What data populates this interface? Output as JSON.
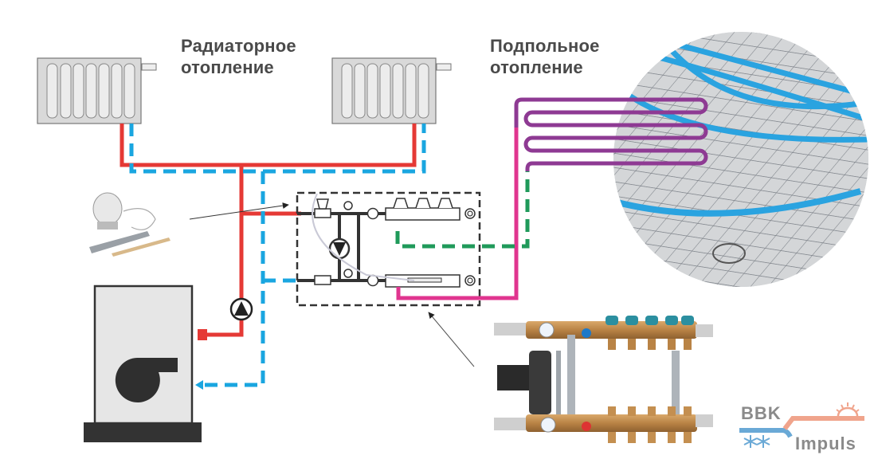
{
  "labels": {
    "radiator_heading_line1": "Радиаторное",
    "radiator_heading_line2": "отопление",
    "underfloor_heading_line1": "Подпольное",
    "underfloor_heading_line2": "отопление"
  },
  "logo": {
    "brand_top": "BBK",
    "brand_bottom": "Impuls",
    "cold_color": "#6aa9d6",
    "warm_color": "#f0a48c",
    "text_color": "#8a8a8a"
  },
  "colors": {
    "supply_pipe": "#e53935",
    "return_pipe": "#1aa6e0",
    "underfloor_supply": "#e0358f",
    "underfloor_return": "#1f9a5a",
    "underfloor_loop": "#8e3a93",
    "outline": "#333333",
    "boiler_fill": "#e6e6e6",
    "radiator_fill": "#d9d9d9"
  },
  "components": [
    {
      "name": "radiator",
      "count": 2
    },
    {
      "name": "boiler",
      "count": 1
    },
    {
      "name": "circulation-pump",
      "count": 1
    },
    {
      "name": "mixing-unit-with-manifold",
      "count": 1
    },
    {
      "name": "thermostatic-head-with-sensor",
      "count": 1
    },
    {
      "name": "underfloor-heating-loop",
      "count": 1
    },
    {
      "name": "manifold-photo",
      "outlets_per_bar": 5
    }
  ]
}
